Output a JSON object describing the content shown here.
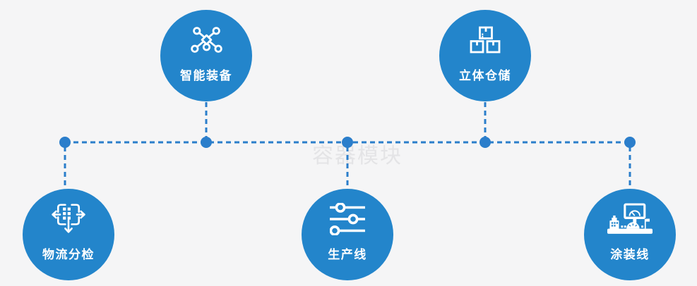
{
  "watermark": "容器模块",
  "colors": {
    "background": "#f5f5f6",
    "node_fill": "#2385cb",
    "connector": "#2b7ecb",
    "label_text": "#ffffff",
    "watermark_text": "#e4e4e6"
  },
  "nodes": [
    {
      "label": "智能装备",
      "icon": "network-nodes-icon",
      "position": "top-left"
    },
    {
      "label": "立体仓储",
      "icon": "stacked-boxes-icon",
      "position": "top-right"
    },
    {
      "label": "物流分检",
      "icon": "sorting-distribute-icon",
      "position": "bottom-left"
    },
    {
      "label": "生产线",
      "icon": "sliders-icon",
      "position": "bottom-center"
    },
    {
      "label": "涂装线",
      "icon": "machine-monitor-icon",
      "position": "bottom-right"
    }
  ]
}
